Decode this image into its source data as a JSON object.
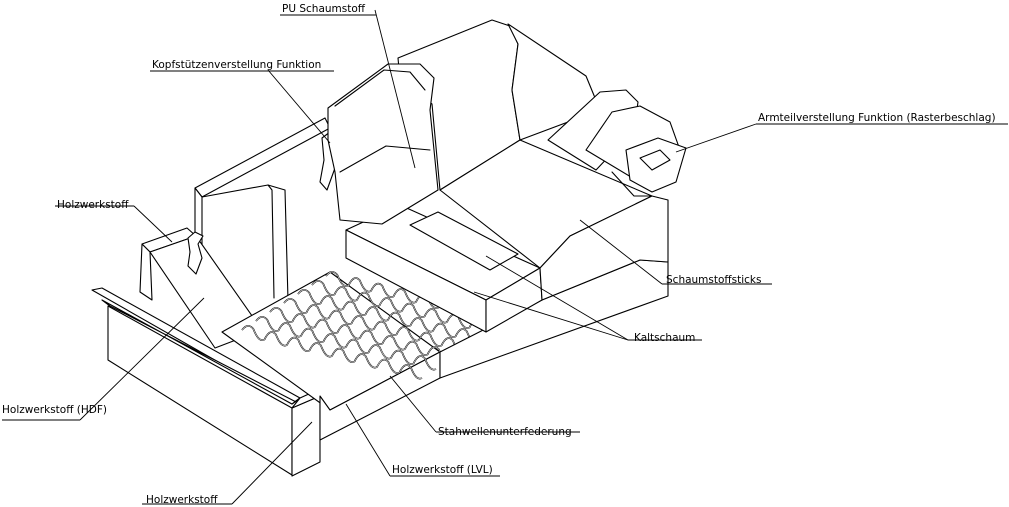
{
  "labels": {
    "pu_schaumstoff": "PU Schaumstoff",
    "kopfstuetze": "Kopfstützenverstellung Funktion",
    "armteil": "Armteilverstellung Funktion (Rasterbeschlag)",
    "holzwerkstoff_top": "Holzwerkstoff",
    "schaumstoffsticks": "Schaumstoffsticks",
    "kaltschaum": "Kaltschaum",
    "holzwerkstoff_hdf": "Holzwerkstoff (HDF)",
    "stahlwellen": "Stahwellenunterfederung",
    "holzwerkstoff_lvl": "Holzwerkstoff (LVL)",
    "holzwerkstoff_bottom": "Holzwerkstoff"
  }
}
